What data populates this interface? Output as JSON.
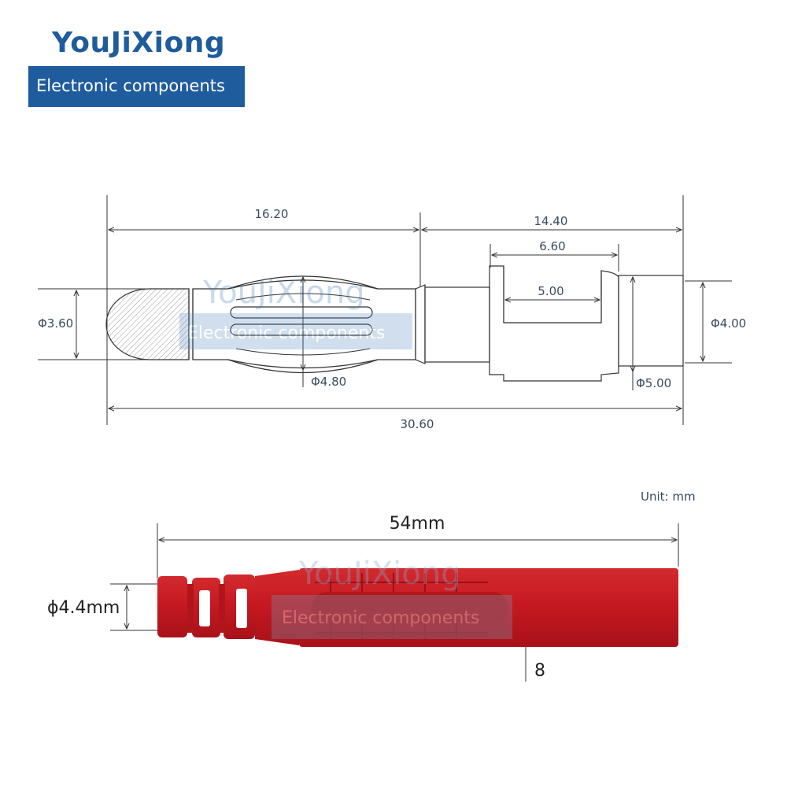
{
  "brand": {
    "title": "YouJiXiong",
    "subtitle": "Electronic components",
    "color": "#1f5c9e"
  },
  "watermark": {
    "title": "YouJiXiong",
    "subtitle": "Electronic components"
  },
  "top_drawing": {
    "dim_length_left": "16.20",
    "dim_length_right": "14.40",
    "dim_slot_outer": "6.60",
    "dim_slot_inner": "5.00",
    "dim_tip_dia": "Φ3.60",
    "dim_body_dia": "Φ4.80",
    "dim_cap_dia": "Φ5.00",
    "dim_end_dia": "Φ4.00",
    "dim_total": "30.60"
  },
  "bottom_drawing": {
    "unit_label": "Unit:  mm",
    "dim_length": "54mm",
    "dim_diameter": "ϕ4.4mm",
    "dim_height": "8",
    "sleeve_color": "#c81820"
  }
}
